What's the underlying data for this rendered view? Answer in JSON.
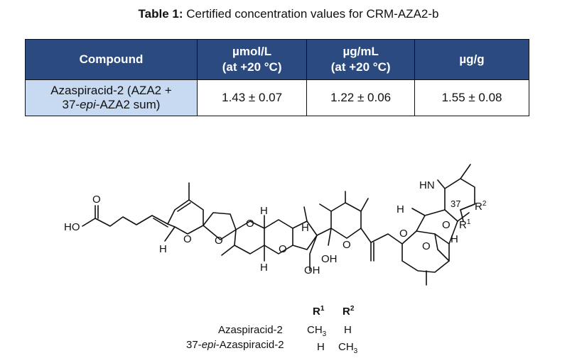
{
  "caption": {
    "prefix": "Table 1:",
    "text": " Certified concentration values for CRM-AZA2-b"
  },
  "table": {
    "headers": {
      "compound": "Compound",
      "umol_line1": "µmol/L",
      "umol_line2": "(at +20 °C)",
      "ugml_line1": "µg/mL",
      "ugml_line2": "(at +20 °C)",
      "ugg": "µg/g"
    },
    "row": {
      "name_line1": "Azaspiracid-2 (AZA2 +",
      "name_line2_pre": "37-",
      "name_line2_ital": "epi",
      "name_line2_post": "-AZA2 sum)",
      "umol": "1.43 ± 0.07",
      "ugml": "1.22 ± 0.06",
      "ugg": "1.55 ± 0.08"
    }
  },
  "structure": {
    "atoms": {
      "oxygen": "O",
      "hydrogen": "H",
      "hydroxyl": "OH",
      "acid": "HO",
      "amine": "HN",
      "r1": "R",
      "r2": "R",
      "sup1": "1",
      "sup2": "2",
      "position": "37"
    },
    "legend": {
      "col_r1": "R",
      "col_r1_sup": "1",
      "col_r2": "R",
      "col_r2_sup": "2",
      "row1_name": "Azaspiracid-2",
      "row1_r1": "CH",
      "row1_r1_sub": "3",
      "row1_r2": "H",
      "row2_name_pre": "37-",
      "row2_name_ital": "epi",
      "row2_name_post": "-Azaspiracid-2",
      "row2_r1": "H",
      "row2_r2": "CH",
      "row2_r2_sub": "3"
    }
  }
}
